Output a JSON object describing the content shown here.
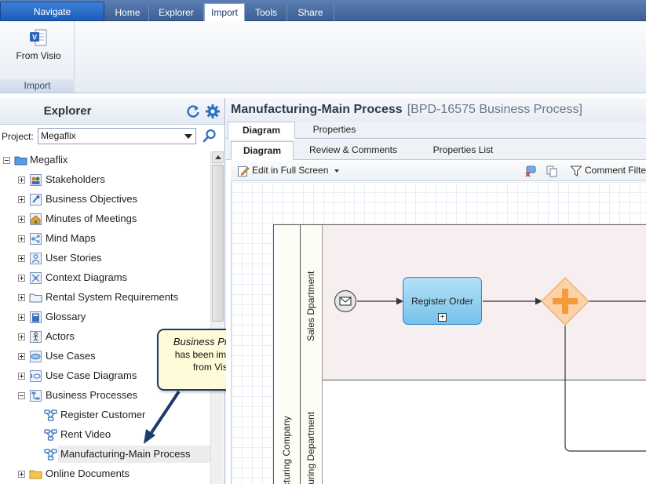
{
  "ribbon": {
    "navigate_label": "Navigate",
    "tabs": [
      {
        "label": "Home"
      },
      {
        "label": "Explorer"
      },
      {
        "label": "Import"
      },
      {
        "label": "Tools"
      },
      {
        "label": "Share"
      }
    ],
    "active_tab": "Import",
    "import_group": {
      "button_label": "From Visio",
      "group_label": "Import",
      "button_icon": "visio-document-icon"
    }
  },
  "explorer": {
    "title": "Explorer",
    "project_label": "Project:",
    "project_value": "Megaflix",
    "tree": {
      "root": {
        "label": "Megaflix",
        "icon": "folder-icon",
        "expanded": true
      },
      "items": [
        {
          "label": "Stakeholders",
          "icon": "stakeholders-icon",
          "expanded": false
        },
        {
          "label": "Business Objectives",
          "icon": "objectives-icon",
          "expanded": false
        },
        {
          "label": "Minutes of Meetings",
          "icon": "meetings-icon",
          "expanded": false
        },
        {
          "label": "Mind Maps",
          "icon": "mind-map-icon",
          "expanded": false
        },
        {
          "label": "User Stories",
          "icon": "user-story-icon",
          "expanded": false
        },
        {
          "label": "Context Diagrams",
          "icon": "context-diagram-icon",
          "expanded": false
        },
        {
          "label": "Rental System Requirements",
          "icon": "folder-icon",
          "expanded": false
        },
        {
          "label": "Glossary",
          "icon": "glossary-icon",
          "expanded": false
        },
        {
          "label": "Actors",
          "icon": "actor-icon",
          "expanded": false
        },
        {
          "label": "Use Cases",
          "icon": "use-case-icon",
          "expanded": false
        },
        {
          "label": "Use Case Diagrams",
          "icon": "use-case-diagram-icon",
          "expanded": false
        },
        {
          "label": "Business Processes",
          "icon": "business-process-icon",
          "expanded": true
        }
      ],
      "process_children": [
        {
          "label": "Register Customer"
        },
        {
          "label": "Rent Video"
        },
        {
          "label": "Manufacturing-Main Process",
          "selected": true
        }
      ],
      "last_item": {
        "label": "Online Documents",
        "icon": "folder-icon",
        "expanded": false
      }
    }
  },
  "callout": {
    "line1": "Business Process",
    "line2": "has been imported",
    "line3": "from Visio"
  },
  "main": {
    "title": "Manufacturing-Main Process",
    "subtitle": "[BPD-16575 Business Process]",
    "tabs": [
      {
        "label": "Diagram"
      },
      {
        "label": "Properties"
      }
    ],
    "subtabs": [
      {
        "label": "Diagram"
      },
      {
        "label": "Review & Comments"
      },
      {
        "label": "Properties List"
      }
    ],
    "toolbar": {
      "edit_label": "Edit in Full Screen",
      "filter_label": "Comment Filte"
    },
    "diagram": {
      "pool_label": "cturing Company",
      "lane1_label": "Sales Dpartment",
      "lane2_label": "turing Department",
      "task_label": "Register Order"
    }
  },
  "colors": {
    "ribbon_bar": "#3d5f93",
    "navigate_button": "#1c5bb8",
    "task_fill": "#76c2ea",
    "gateway_fill": "#fcd3a8",
    "gateway_plus": "#f39a3a",
    "callout_fill": "#fffbd8",
    "callout_border": "#1d3b6c"
  }
}
